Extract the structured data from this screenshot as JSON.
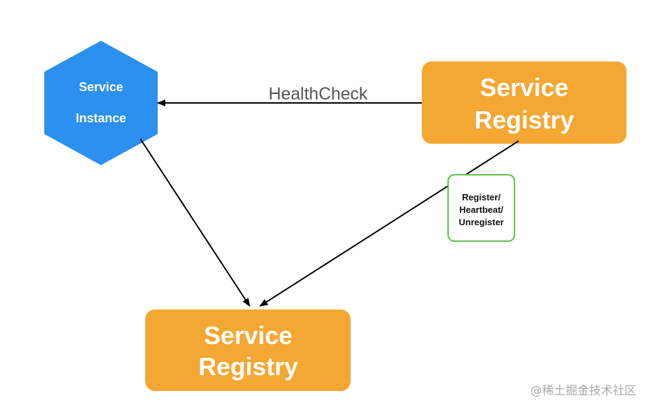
{
  "nodes": {
    "service_instance": {
      "line1": "Service",
      "line2": "Instance"
    },
    "registry_top": {
      "line1": "Service",
      "line2": "Registry"
    },
    "registry_bottom": {
      "line1": "Service",
      "line2": "Registry"
    }
  },
  "edges": {
    "health_check_label": "HealthCheck"
  },
  "callout": {
    "line1": "Register/",
    "line2": "Heartbeat/",
    "line3": "Unregister"
  },
  "watermark": "@稀土掘金技术社区",
  "colors": {
    "hexagon_fill": "#2b90f0",
    "registry_fill": "#f4a733",
    "callout_border": "#5fc24a",
    "arrow": "#000000"
  }
}
